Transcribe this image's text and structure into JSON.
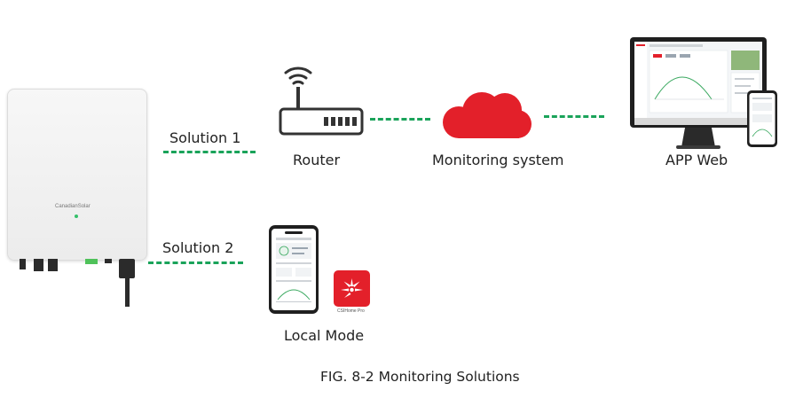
{
  "caption": "FIG. 8-2 Monitoring Solutions",
  "nodes": {
    "router": "Router",
    "monitoring": "Monitoring system",
    "app_web": "APP Web",
    "local_mode": "Local Mode"
  },
  "edges": {
    "solution1": "Solution 1",
    "solution2": "Solution 2"
  },
  "device_logos": {
    "inverter_brand": "CanadianSolar",
    "app_name": "CSIHome Pro"
  },
  "colors": {
    "connector": "#1aa35a",
    "cloud": "#e3202a",
    "app_icon": "#e3202a"
  },
  "icons": [
    "inverter-icon",
    "router-icon",
    "cloud-icon",
    "monitor-icon",
    "phone-icon",
    "app-icon"
  ]
}
